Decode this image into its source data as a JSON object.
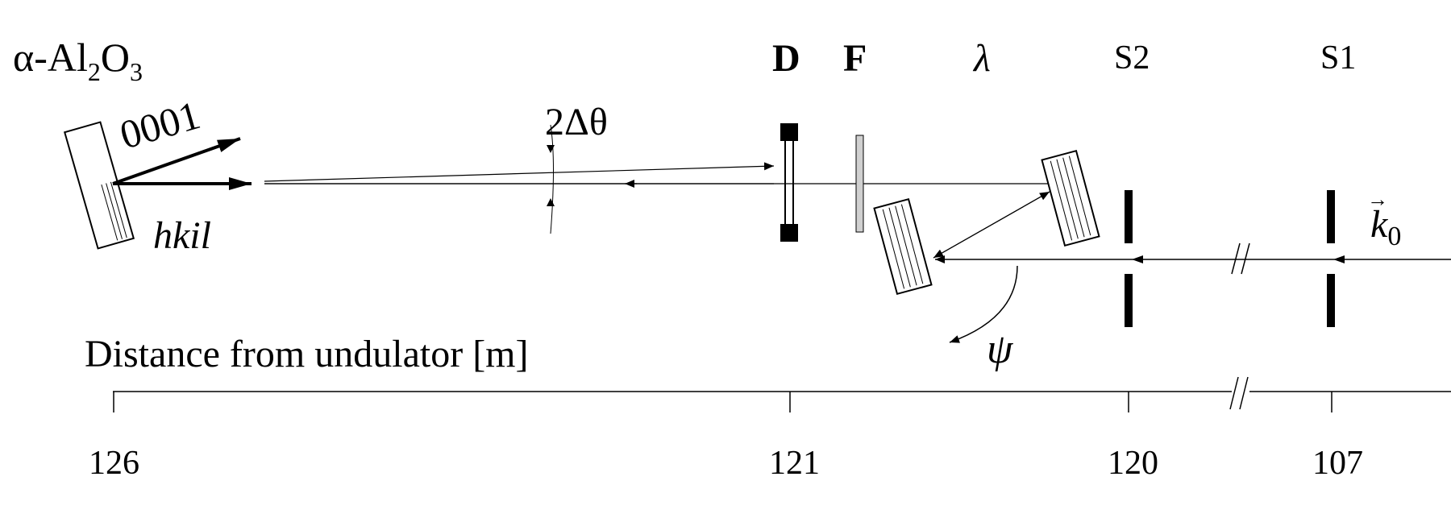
{
  "crystal": {
    "prefix": "α-Al",
    "sub1": "2",
    "mid": "O",
    "sub2": "3",
    "vec_0001": "0001",
    "vec_hkil": "hkil"
  },
  "labels": {
    "two_delta_theta": "2Δθ",
    "detector": "D",
    "filter": "F",
    "monochromator": "λ",
    "slit2": "S2",
    "slit1": "S1",
    "k0_main": "k",
    "k0_sub": "0",
    "k0_arrow": "→",
    "psi": "ψ"
  },
  "axis": {
    "title": "Distance from undulator [m]",
    "ticks": [
      "126",
      "121",
      "120",
      "107"
    ]
  }
}
